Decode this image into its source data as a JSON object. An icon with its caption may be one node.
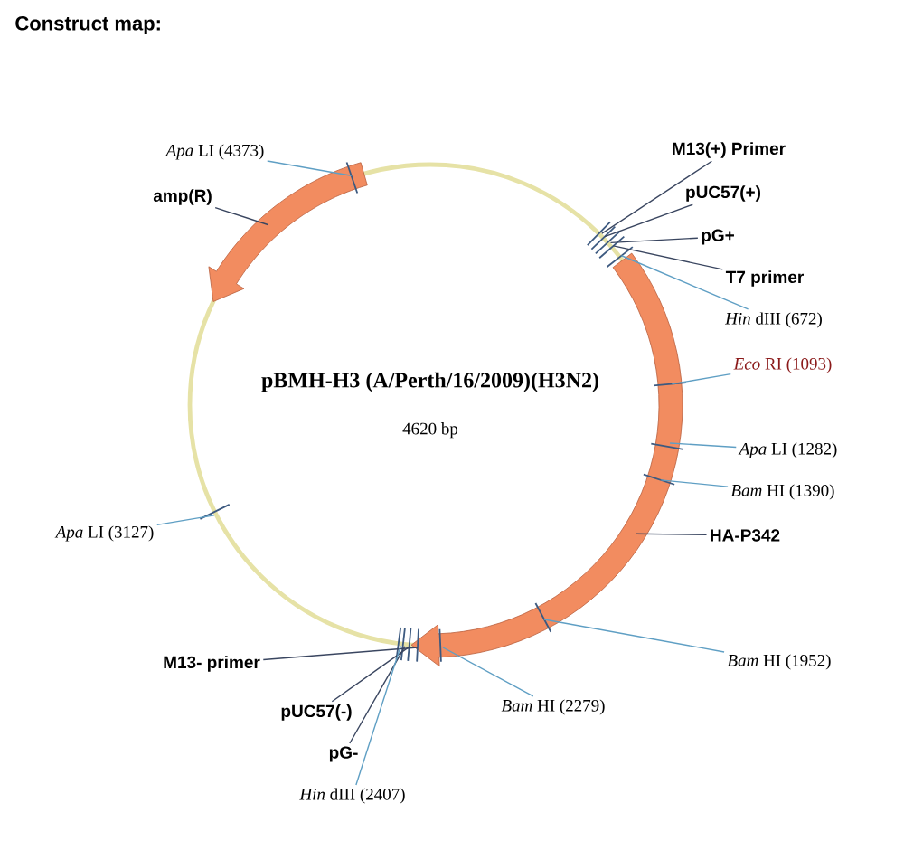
{
  "diagram": {
    "title": "Construct map:",
    "nodes": [
      {
        "text": [
          "pBMH-H3 (A/Perth/16/2009)(H3N2)",
          "4620 bp"
        ]
      },
      {
        "text": [
          "*Apa* LI (4373)"
        ]
      },
      {
        "text": [
          "amp(R)"
        ]
      },
      {
        "text": [
          "M13(+) Primer"
        ]
      },
      {
        "text": [
          "pUC57(+)"
        ]
      },
      {
        "text": [
          "pG+"
        ]
      },
      {
        "text": [
          "T7 primer"
        ]
      },
      {
        "text": [
          "*Hin* dIII (672)"
        ]
      },
      {
        "text": [
          "*Eco* RI (1093)"
        ]
      },
      {
        "text": [
          "*Apa* LI (1282)"
        ]
      },
      {
        "text": [
          "*Bam* HI (1390)"
        ]
      },
      {
        "text": [
          "HA-P342"
        ]
      },
      {
        "text": [
          "*Apa* LI (3127)"
        ]
      },
      {
        "text": [
          "*Bam* HI (1952)"
        ]
      },
      {
        "text": [
          "M13- primer"
        ]
      },
      {
        "text": [
          "*Bam* HI (2279)"
        ]
      },
      {
        "text": [
          "pUC57(-)"
        ]
      },
      {
        "text": [
          "pG-"
        ]
      },
      {
        "text": [
          "*Hin* dIII (2407)"
        ]
      }
    ],
    "edges": [
      {
        "from": 1,
        "to": 0,
        "arrow": "none",
        "color": "#5f9fc4"
      },
      {
        "from": 2,
        "to": 0,
        "arrow": "none",
        "color": "#3a4660"
      },
      {
        "from": 3,
        "to": 0,
        "arrow": "none",
        "color": "#3a4660"
      },
      {
        "from": 4,
        "to": 0,
        "arrow": "none",
        "color": "#3a4660"
      },
      {
        "from": 5,
        "to": 0,
        "arrow": "none",
        "color": "#3a4660"
      },
      {
        "from": 6,
        "to": 0,
        "arrow": "none",
        "color": "#3a4660"
      },
      {
        "from": 7,
        "to": 0,
        "arrow": "none",
        "color": "#5f9fc4"
      },
      {
        "from": 8,
        "to": 0,
        "arrow": "none",
        "color": "#5f9fc4"
      },
      {
        "from": 9,
        "to": 0,
        "arrow": "none",
        "color": "#5f9fc4"
      },
      {
        "from": 10,
        "to": 0,
        "arrow": "none",
        "color": "#5f9fc4"
      },
      {
        "from": 11,
        "to": 0,
        "arrow": "none",
        "color": "#3a4660"
      },
      {
        "from": 12,
        "to": 0,
        "arrow": "none",
        "color": "#5f9fc4"
      },
      {
        "from": 13,
        "to": 0,
        "arrow": "none",
        "color": "#5f9fc4"
      },
      {
        "from": 14,
        "to": 0,
        "arrow": "none",
        "color": "#3a4660"
      },
      {
        "from": 15,
        "to": 0,
        "arrow": "none",
        "color": "#5f9fc4"
      },
      {
        "from": 16,
        "to": 0,
        "arrow": "none",
        "color": "#3a4660"
      },
      {
        "from": 17,
        "to": 0,
        "arrow": "none",
        "color": "#3a4660"
      },
      {
        "from": 18,
        "to": 0,
        "arrow": "none",
        "color": "#5f9fc4"
      }
    ]
  }
}
